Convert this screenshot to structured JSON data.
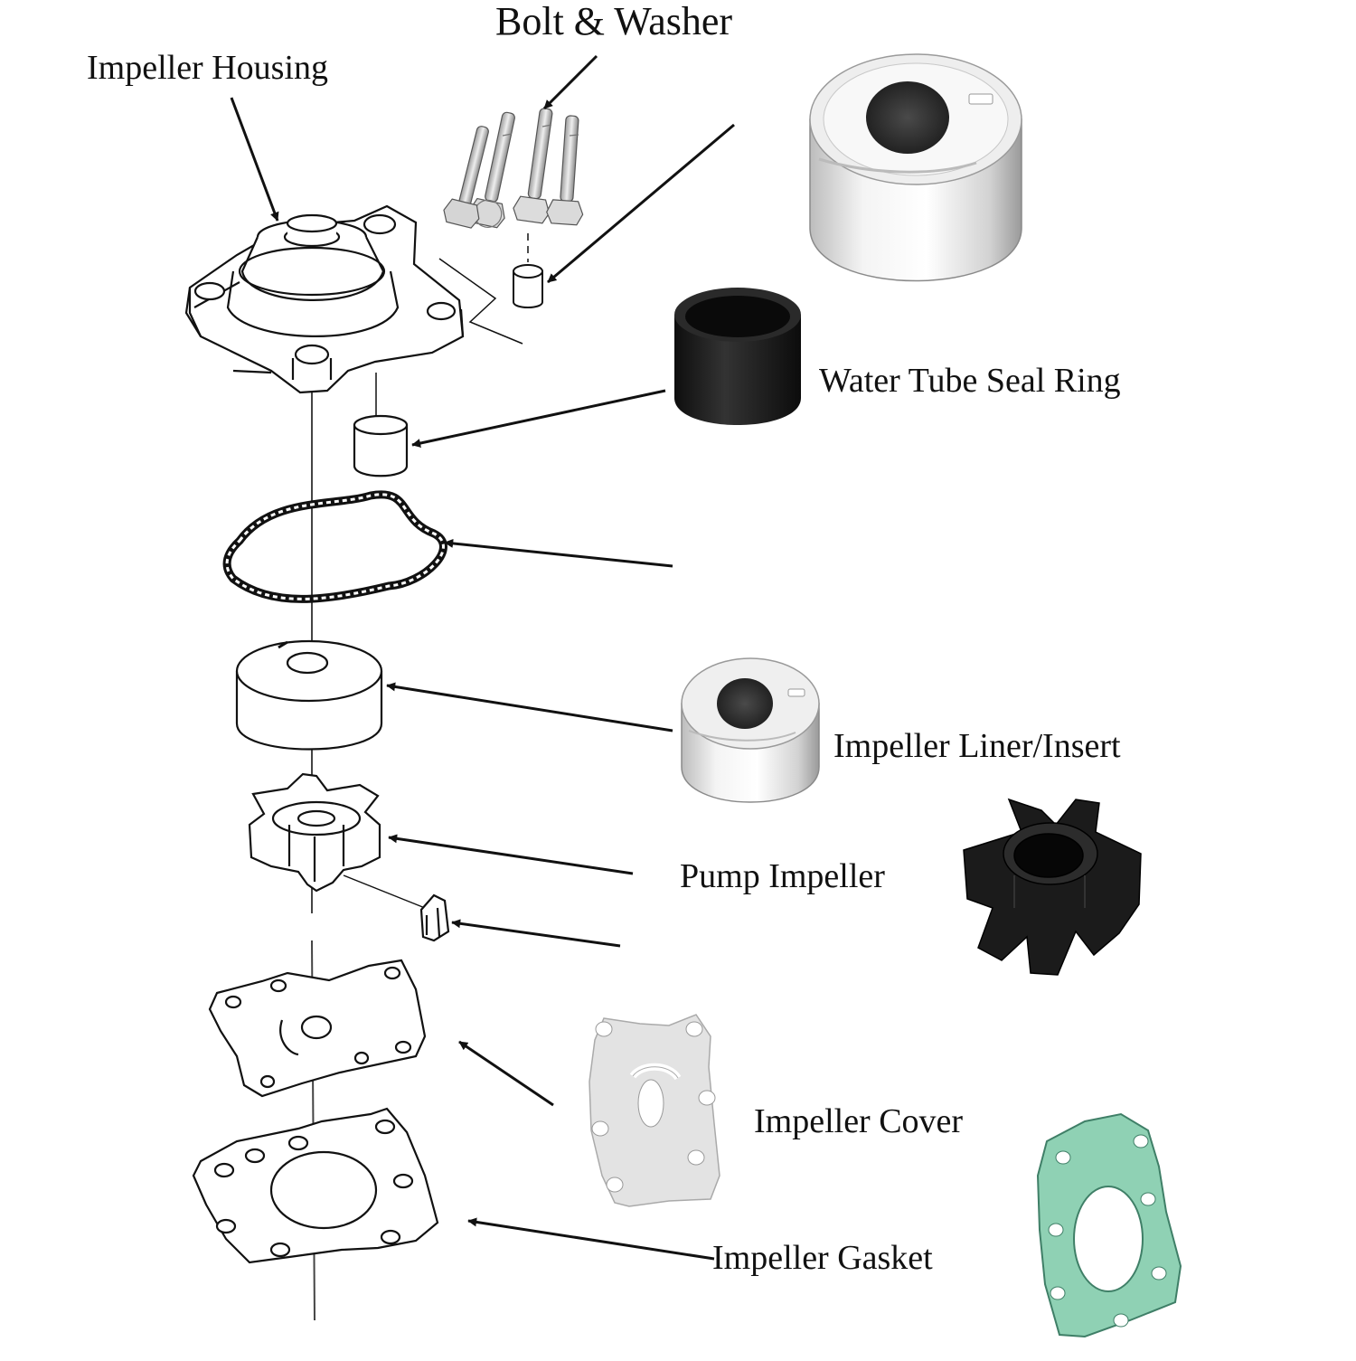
{
  "labels": {
    "bolt_washer": "Bolt & Washer",
    "impeller_housing": "Impeller Housing",
    "water_tube_seal_ring": "Water Tube Seal Ring",
    "impeller_liner_insert": "Impeller Liner/Insert",
    "pump_impeller": "Pump Impeller",
    "impeller_cover": "Impeller Cover",
    "impeller_gasket": "Impeller Gasket"
  },
  "colors": {
    "line": "#111111",
    "steel_light": "#f2f2f2",
    "steel_dark": "#9a9a9a",
    "rubber": "#1c1c1c",
    "cover_plate": "#e6e6e6",
    "gasket_green": "#8fd1b4",
    "gasket_edge": "#3f7f67"
  }
}
